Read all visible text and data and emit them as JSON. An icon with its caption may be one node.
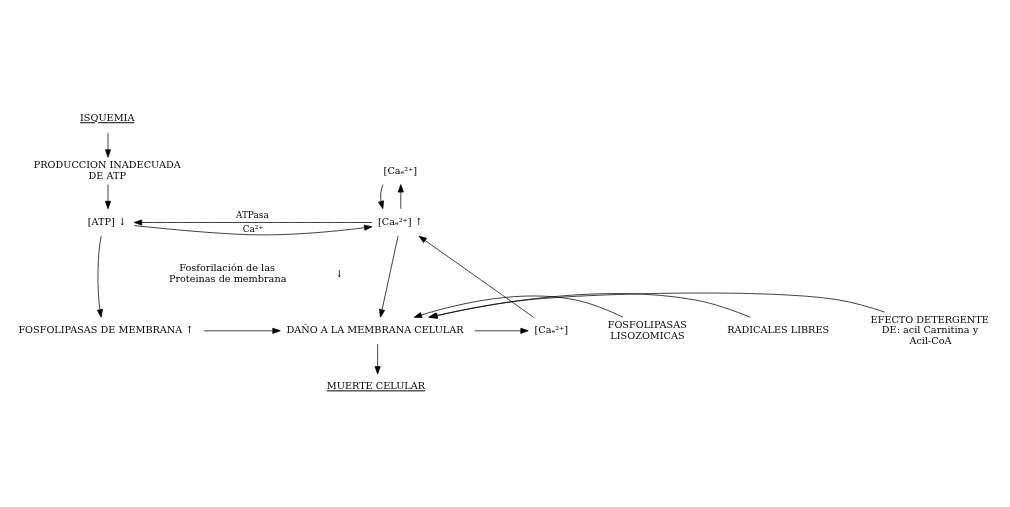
{
  "diagram": {
    "nodes": [
      {
        "text": [
          "ISQUEMIA"
        ]
      },
      {
        "text": [
          "PRODUCCION INADECUADA DE ATP"
        ]
      },
      {
        "text": [
          "[ATP]"
        ],
        "beside": [
          "↓"
        ]
      },
      {
        "text": [
          "[Caₑ²⁺]"
        ]
      },
      {
        "text": [
          "[Caₑ²⁺]"
        ],
        "beside": [
          "↑"
        ]
      },
      {
        "text": [
          "[Caₑ²⁺]"
        ]
      },
      {
        "text": [
          "FOSFOLIPASAS DE MEMBRANA"
        ],
        "beside": [
          "↑"
        ]
      },
      {
        "text": [
          "DAÑO A LA MEMBRANA CELULAR"
        ]
      },
      {
        "text": [
          "MUERTE CELULAR"
        ]
      },
      {
        "text": [
          "FOSFOLIPASAS LISOZOMICAS"
        ]
      },
      {
        "text": [
          "RADICALES LIBRES"
        ]
      },
      {
        "text": [
          "EFECTO DETERGENTE DE: acil Carnitina y Acil-CoA"
        ]
      }
    ],
    "edges": [
      {
        "from": 0,
        "to": 1,
        "arrow": "to"
      },
      {
        "from": 1,
        "to": 2,
        "arrow": "to"
      },
      {
        "from": 4,
        "to": 2,
        "arrow": "to",
        "label": "ATPasa"
      },
      {
        "from": 2,
        "to": 4,
        "arrow": "to",
        "label": "Ca²⁺"
      },
      {
        "from": 3,
        "to": 4,
        "arrow": "to"
      },
      {
        "from": 4,
        "to": 3,
        "arrow": "to"
      },
      {
        "from": 2,
        "to": 6,
        "arrow": "to"
      },
      {
        "from": 6,
        "to": 7,
        "arrow": "to"
      },
      {
        "from": 4,
        "to": 7,
        "arrow": "to"
      },
      {
        "from": 7,
        "to": 8,
        "arrow": "to"
      },
      {
        "from": 7,
        "to": 5,
        "arrow": "to"
      },
      {
        "from": 5,
        "to": 4,
        "arrow": "to"
      },
      {
        "from": 9,
        "to": 7,
        "arrow": "to"
      },
      {
        "from": 10,
        "to": 7,
        "arrow": "to"
      },
      {
        "from": 11,
        "to": 7,
        "arrow": "to"
      }
    ],
    "labels": [
      "Fosforilación de las Proteinas de membrana",
      "↓"
    ]
  }
}
